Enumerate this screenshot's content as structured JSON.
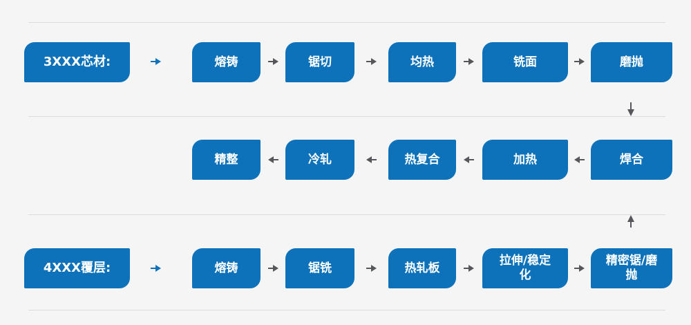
{
  "palette": {
    "primary_blue": "#0d72b9",
    "arrow_gray": "#55575a",
    "divider_gray": "#dbdbdc",
    "background": "#f5f5f6",
    "node_text": "#ffffff"
  },
  "flow": {
    "row1": {
      "label": "3XXX芯材:",
      "steps": [
        "熔铸",
        "锯切",
        "均热",
        "铣面",
        "磨抛"
      ]
    },
    "row2": {
      "steps": [
        "精整",
        "冷轧",
        "热复合",
        "加热",
        "焊合"
      ]
    },
    "row3": {
      "label": "4XXX覆层:",
      "steps": [
        "熔铸",
        "锯铣",
        "热轧板",
        "拉伸/稳定化",
        "精密锯/磨抛"
      ]
    }
  }
}
